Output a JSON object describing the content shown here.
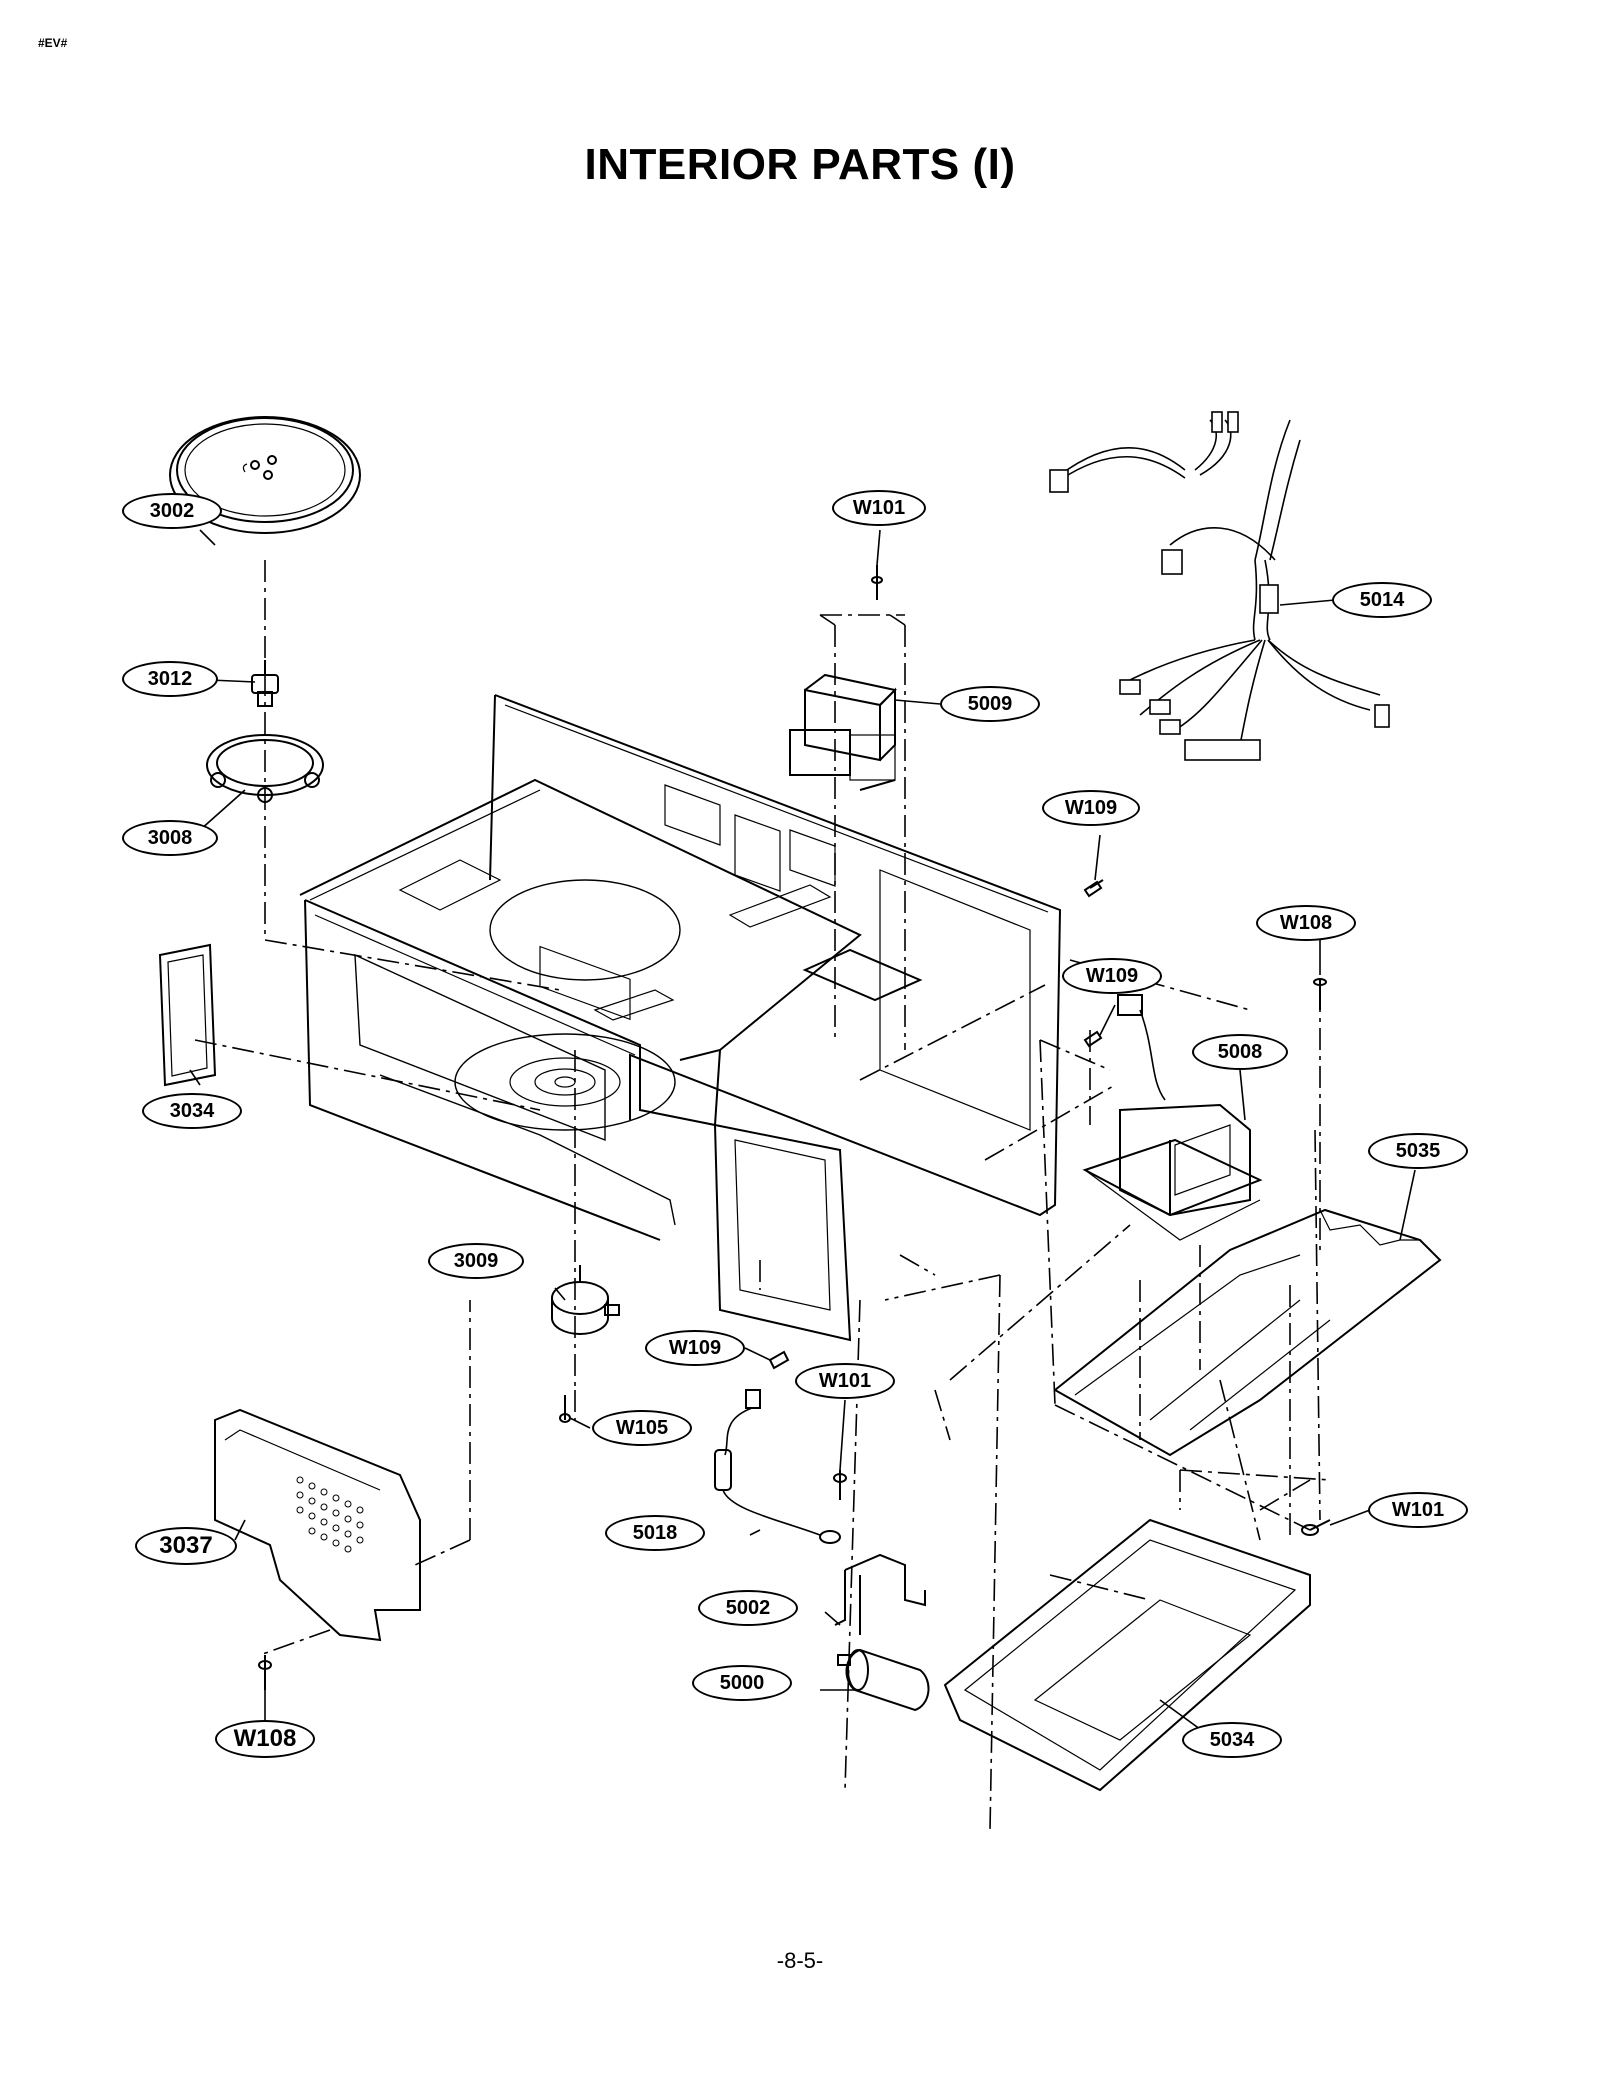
{
  "header": {
    "corner_mark": "#EV#",
    "title": "INTERIOR PARTS (I)"
  },
  "footer": {
    "page_number": "-8-5-"
  },
  "callouts": {
    "c3002": "3002",
    "c3012": "3012",
    "c3008": "3008",
    "c3034": "3034",
    "c3009": "3009",
    "c3037": "3037",
    "cw108a": "W108",
    "cw101a": "W101",
    "c5009": "5009",
    "c5014": "5014",
    "cw109a": "W109",
    "cw108b": "W108",
    "cw109b": "W109",
    "c5008": "5008",
    "c5035": "5035",
    "cw109c": "W109",
    "cw105": "W105",
    "cw101b": "W101",
    "c5018": "5018",
    "c5002": "5002",
    "c5000": "5000",
    "c5034": "5034",
    "cw101c": "W101"
  }
}
